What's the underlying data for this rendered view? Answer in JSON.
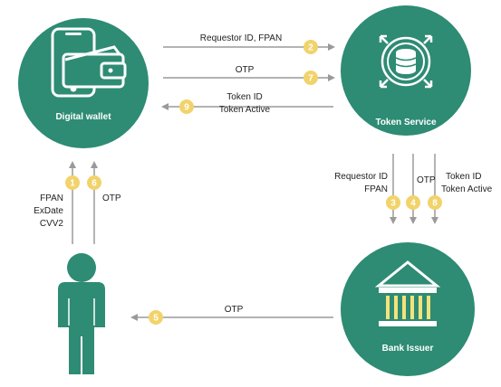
{
  "colors": {
    "node_fill": "#2e8b74",
    "arrow": "#9a9a9a",
    "badge": "#f2d36b",
    "accent_yellow": "#f5e27a",
    "person": "#2e8b74"
  },
  "nodes": {
    "wallet": {
      "title": "Digital wallet",
      "icon": "mobile-wallet-icon"
    },
    "token_service": {
      "title": "Token Service",
      "icon": "database-expand-icon"
    },
    "bank": {
      "title": "Bank Issuer",
      "icon": "bank-building-icon"
    },
    "user": {
      "icon": "person-icon"
    }
  },
  "steps": [
    {
      "num": "1",
      "lines": [
        "FPAN",
        "ExDate",
        "CVV2"
      ]
    },
    {
      "num": "2",
      "lines": [
        "Requestor ID, FPAN"
      ]
    },
    {
      "num": "3",
      "lines": [
        "Requestor ID",
        "FPAN"
      ]
    },
    {
      "num": "4",
      "lines": [
        "OTP"
      ]
    },
    {
      "num": "5",
      "lines": [
        "OTP"
      ]
    },
    {
      "num": "6",
      "lines": [
        "OTP"
      ]
    },
    {
      "num": "7",
      "lines": [
        "OTP"
      ]
    },
    {
      "num": "8",
      "lines": [
        "Token ID",
        "Token Active"
      ]
    },
    {
      "num": "9",
      "lines": [
        "Token ID",
        "Token Active"
      ]
    }
  ]
}
